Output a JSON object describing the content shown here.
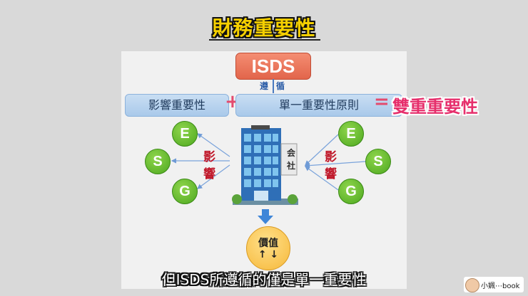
{
  "title": "財務重要性",
  "isds_label": "ISDS",
  "follow": [
    "遵",
    "循"
  ],
  "impact_materiality": "影響重要性",
  "single_materiality": "單一重要性原則",
  "plus_sign": "+",
  "equals_sign": "=",
  "double_materiality": "雙重重要性",
  "esg_left": [
    "E",
    "S",
    "G"
  ],
  "esg_right": [
    "E",
    "S",
    "G"
  ],
  "impact_chars_left": [
    "影",
    "響"
  ],
  "impact_chars_right": [
    "影",
    "響"
  ],
  "company_sign": [
    "会",
    "社"
  ],
  "value_label": "價值",
  "value_arrows": "↑ ↓",
  "subtitle": "但ISDS所遵循的僅是單一重要性",
  "channel_name": "小姵⋯book",
  "colors": {
    "title_yellow": "#f5d000",
    "isds_orange": "#e8704f",
    "box_blue": "#b8d3ef",
    "accent_pink": "#e62f6c",
    "esg_green": "#5bb52a",
    "impact_red": "#c0182a",
    "value_gold": "#f6c04a"
  }
}
